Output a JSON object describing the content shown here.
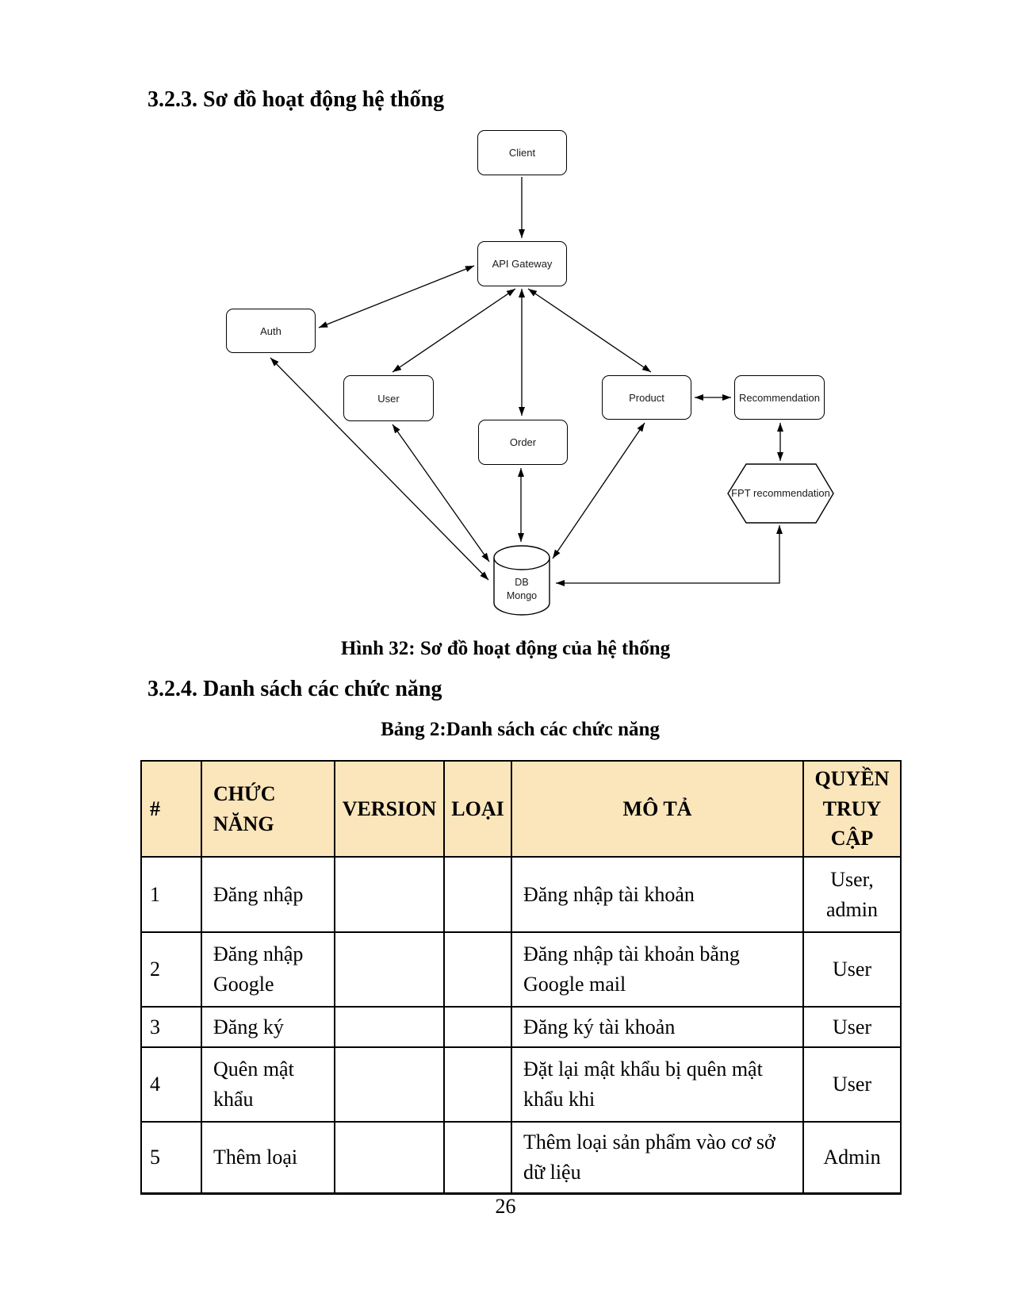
{
  "section_323": {
    "heading": "3.2.3. Sơ đồ hoạt động hệ thống"
  },
  "figure": {
    "caption": "Hình 32: Sơ đồ hoạt động của hệ thống",
    "nodes": {
      "client": "Client",
      "api_gateway": "API Gateway",
      "auth": "Auth",
      "user": "User",
      "order": "Order",
      "product": "Product",
      "recommendation": "Recommendation",
      "fpt_recommendation": "FPT recommendation",
      "db": "DB\nMongo"
    }
  },
  "section_324": {
    "heading": "3.2.4. Danh sách các chức năng"
  },
  "table": {
    "caption": "Bảng 2:Danh sách các chức năng",
    "header_bg": "#FBE5BB",
    "columns": {
      "no": "#",
      "func": "CHỨC\nNĂNG",
      "version": "VERSION",
      "type": "LOẠI",
      "desc": "MÔ TẢ",
      "access": "QUYỀN\nTRUY\nCẬP"
    },
    "rows": [
      {
        "no": "1",
        "func": "Đăng nhập",
        "version": "",
        "type": "",
        "desc": "Đăng nhập tài khoản",
        "access": "User,\nadmin"
      },
      {
        "no": "2",
        "func": "Đăng nhập\nGoogle",
        "version": "",
        "type": "",
        "desc": "Đăng nhập tài khoản bằng\nGoogle mail",
        "access": "User"
      },
      {
        "no": "3",
        "func": "Đăng ký",
        "version": "",
        "type": "",
        "desc": "Đăng ký tài khoản",
        "access": "User"
      },
      {
        "no": "4",
        "func": "Quên mật\nkhẩu",
        "version": "",
        "type": "",
        "desc": "Đặt lại mật khẩu bị quên mật\nkhẩu khi",
        "access": "User"
      },
      {
        "no": "5",
        "func": "Thêm loại",
        "version": "",
        "type": "",
        "desc": "Thêm loại sản phẩm vào cơ sở\ndữ liệu",
        "access": "Admin"
      }
    ]
  },
  "footer": {
    "page_number": "26"
  }
}
